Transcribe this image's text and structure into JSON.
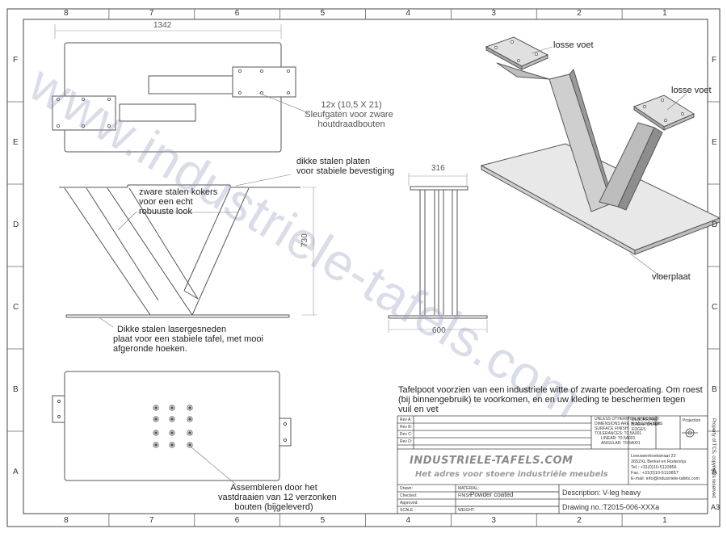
{
  "zones": {
    "columns": [
      "8",
      "7",
      "6",
      "5",
      "4",
      "3",
      "2",
      "1"
    ],
    "rows": [
      "F",
      "E",
      "D",
      "C",
      "B",
      "A"
    ]
  },
  "dimensions": {
    "top_width": "1342",
    "front_height": "730",
    "side_top_width": "316",
    "side_base_width": "600"
  },
  "annotations": {
    "slots_count": "12x (10,5 X 21)",
    "slots_desc": "Sleufgaten voor zware",
    "slots_desc2": "houtdraadbouten",
    "plates": "dikke stalen platen",
    "plates2": "voor stabiele bevestiging",
    "tubes": "zware stalen kokers",
    "tubes2": "voor een echt",
    "tubes3": "robuuste look",
    "base_plate": "Dikke stalen lasergesneden",
    "base_plate2": "plaat voor een stabiele tafel, met mooi",
    "base_plate3": "afgeronde hoeken.",
    "foot1": "losse voet",
    "foot2": "losse voet",
    "floorplate": "vloerplaat",
    "assembly": "Assembleren door het",
    "assembly2": "vastdraaien van 12 verzonken",
    "assembly3": "bouten (bijgeleverd)",
    "description": "Tafelpoot voorzien van een industriele witte of zwarte poederoating. Om roest",
    "description2": "(bij binnengebruik) te voorkomen, en en uw kleding te beschermen tegen",
    "description3": "vuil en vet"
  },
  "watermark": "www.industriele-tafels.com",
  "title_block": {
    "rev_labels": [
      "Rev A:",
      "Rev B:",
      "Rev C:",
      "Rev D:"
    ],
    "unless": "UNLESS OTHERWISE SPECIFIED:",
    "dims_mm": "DIMENSIONS ARE IN MILLIMETERS",
    "surface": "SURFACE FINISH:",
    "tolerances": "TOLERANCES: T0.5A001",
    "linear": "LINEAR: T0.5A001",
    "angular": "ANGULAR: T0.5A001",
    "deburr": "DEBURR AND",
    "deburr2": "BREAK SHARP",
    "deburr3": "EDGES",
    "projection": "Projection",
    "brand": "INDUSTRIELE-TAFELS.COM",
    "slogan": "Het adres voor stoere industriële meubels",
    "addr1": "Leeuwenhoekstraat 22",
    "addr2": "2652XL Berkel en Rodenrijs",
    "addr3": "Tel.: +31(0)10-5110856",
    "addr4": "Fax.: +31(0)10-5110857",
    "addr5": "E-mail: info@industriele-tafels.com",
    "drawn": "Drawn:",
    "checked": "Checked:",
    "approved": "Approved:",
    "scale": "SCALE:",
    "material": "MATERIAL:",
    "finish": "FINISH:",
    "finish_value": "Powder coated",
    "weight": "WEIGHT:",
    "description_label": "Description:",
    "description_value": "V-leg heavy",
    "drawing_no_label": "Drawing no.:",
    "drawing_no_value": "T2015-006-XXXa",
    "sheet_size": "A3",
    "copyright": "Property of TCS, copyrights reserved"
  }
}
